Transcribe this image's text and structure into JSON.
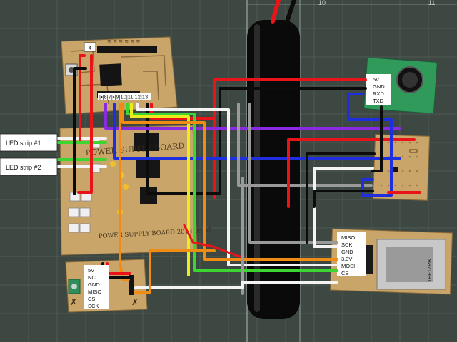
{
  "mcu_board": {
    "badge": "4",
    "pin_label": "|▪|8|7|▪|9|10|11|12|13"
  },
  "power_board": {
    "title": "POWER SUPPLY BOARD",
    "handwriting": "POWER SUPPLY BOARD 2018.08.07"
  },
  "led_strips": [
    {
      "label": "LED strip #1"
    },
    {
      "label": "LED strip #2"
    }
  ],
  "bottom_left_board": {
    "pins": [
      "5V",
      "NC",
      "GND",
      "MISO",
      "CS",
      "SCK"
    ]
  },
  "sensor_module": {
    "pins": [
      "5V",
      "GND",
      "RXD",
      "TXD"
    ]
  },
  "sd_module": {
    "pins": [
      "MISO",
      "SCK",
      "GND",
      "3.3V",
      "MOSI",
      "CS"
    ],
    "chip_text": "1EF17PB"
  },
  "ruler_marks": [
    "10",
    "11"
  ],
  "colors": {
    "red": "#e8141a",
    "black": "#0c0c0c",
    "white": "#f4f4f4",
    "blue": "#1f2fe0",
    "green": "#3bd62f",
    "yellow": "#ecec1c",
    "orange": "#f08c14",
    "purple": "#8a2be2",
    "gray": "#9a9a9a",
    "pcb": "#c9a56a",
    "mat": "#3a4440"
  }
}
